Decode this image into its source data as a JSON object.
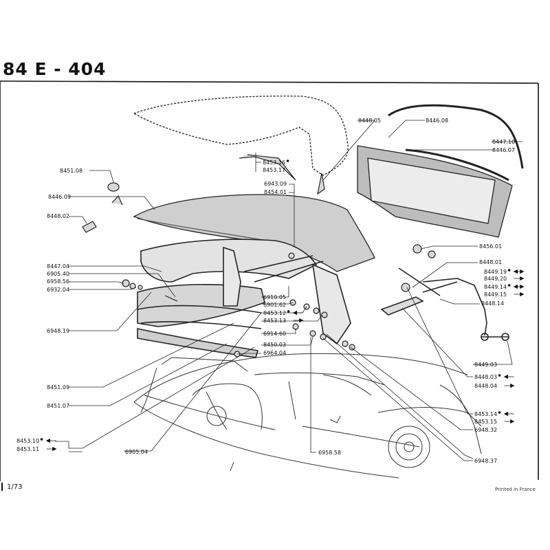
{
  "header": {
    "title": "84 E - 404"
  },
  "footer": {
    "page": "1/73",
    "printed": "Printed in France"
  },
  "parts": [
    {
      "id": "p1",
      "ref": "8448.05"
    },
    {
      "id": "p2",
      "ref": "8446.08"
    },
    {
      "id": "p3",
      "ref": "8447.10"
    },
    {
      "id": "p4",
      "ref": "8446.07"
    },
    {
      "id": "p5",
      "ref": "8451.08"
    },
    {
      "id": "p6",
      "ref": "8446.09"
    },
    {
      "id": "p7",
      "ref": "8453.16",
      "mark": "dot"
    },
    {
      "id": "p8",
      "ref": "8453.17"
    },
    {
      "id": "p9",
      "ref": "6943.09"
    },
    {
      "id": "p10",
      "ref": "8454.01"
    },
    {
      "id": "p11",
      "ref": "8448.02"
    },
    {
      "id": "p12",
      "ref": "8456.01"
    },
    {
      "id": "p13",
      "ref": "8448.01"
    },
    {
      "id": "p14",
      "ref": "8447.04"
    },
    {
      "id": "p15",
      "ref": "6905.40"
    },
    {
      "id": "p16",
      "ref": "6958.56"
    },
    {
      "id": "p17",
      "ref": "6932.04"
    },
    {
      "id": "p18",
      "ref": "8449.19",
      "mark": "dot",
      "arrow": "both"
    },
    {
      "id": "p19",
      "ref": "8449.20",
      "arrow": "right"
    },
    {
      "id": "p20",
      "ref": "8449.14",
      "mark": "dot",
      "arrow": "both"
    },
    {
      "id": "p21",
      "ref": "8449.15",
      "arrow": "right"
    },
    {
      "id": "p22",
      "ref": "8448.14"
    },
    {
      "id": "p23",
      "ref": "6910.05"
    },
    {
      "id": "p24",
      "ref": "6901.62"
    },
    {
      "id": "p25",
      "ref": "8453.12",
      "mark": "dot",
      "arrow": "left"
    },
    {
      "id": "p26",
      "ref": "8453.13",
      "arrow": "right"
    },
    {
      "id": "p27",
      "ref": "6948.19"
    },
    {
      "id": "p28",
      "ref": "6914.60"
    },
    {
      "id": "p29",
      "ref": "8450.03"
    },
    {
      "id": "p30",
      "ref": "6964.04"
    },
    {
      "id": "p31",
      "ref": "8449.03"
    },
    {
      "id": "p32",
      "ref": "8448.03",
      "mark": "dot",
      "arrow": "left"
    },
    {
      "id": "p33",
      "ref": "8448.04",
      "arrow": "right"
    },
    {
      "id": "p34",
      "ref": "8451.09"
    },
    {
      "id": "p35",
      "ref": "8451.07"
    },
    {
      "id": "p36",
      "ref": "8453.14",
      "mark": "dot",
      "arrow": "left"
    },
    {
      "id": "p37",
      "ref": "8453.15",
      "arrow": "right"
    },
    {
      "id": "p38",
      "ref": "6948.32"
    },
    {
      "id": "p39",
      "ref": "8453.10",
      "mark": "dot",
      "arrow": "left"
    },
    {
      "id": "p40",
      "ref": "8453.11",
      "arrow": "right"
    },
    {
      "id": "p41",
      "ref": "6905.04"
    },
    {
      "id": "p42",
      "ref": "6958.58"
    },
    {
      "id": "p43",
      "ref": "6948.37"
    }
  ]
}
